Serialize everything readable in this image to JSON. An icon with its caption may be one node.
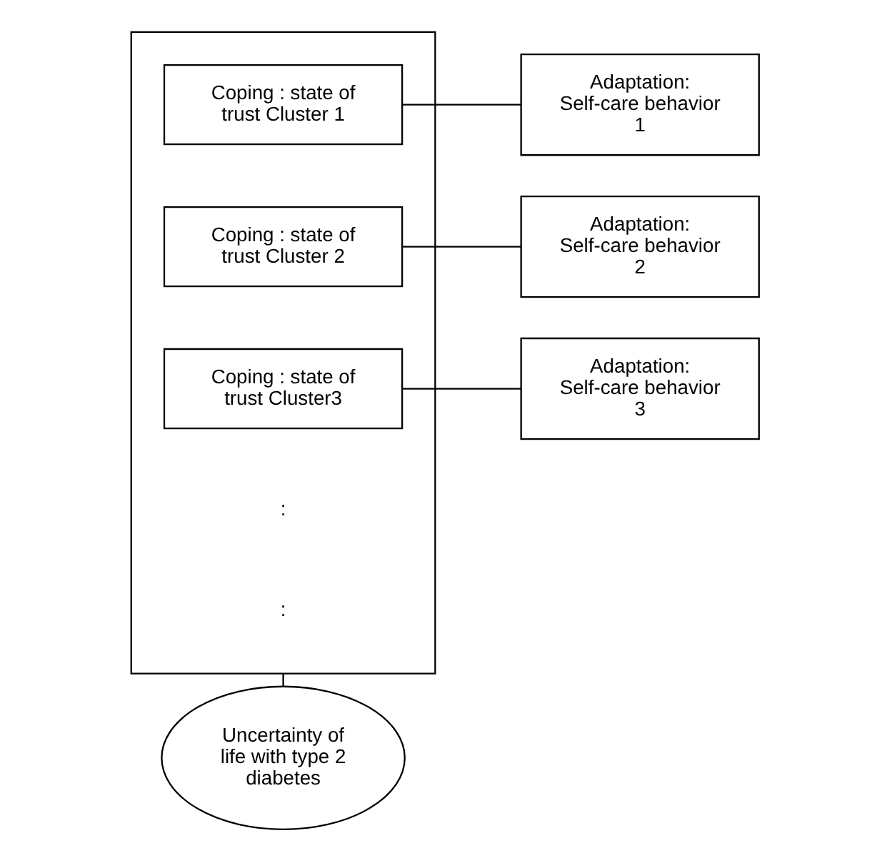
{
  "diagram": {
    "nodes": [
      {
        "text": [],
        "shape": "box"
      },
      {
        "text": [
          "Coping : state of trust Cluster 1"
        ],
        "in": 0
      },
      {
        "text": [
          "Coping : state of trust Cluster 2"
        ],
        "in": 0
      },
      {
        "text": [
          "Coping : state of trust Cluster3"
        ],
        "in": 0
      },
      {
        "text": [
          "Adaptation: Self-care behavior 1"
        ]
      },
      {
        "text": [
          "Adaptation: Self-care behavior 2"
        ]
      },
      {
        "text": [
          "Adaptation: Self-care behavior 3"
        ]
      },
      {
        "text": [
          "Uncertainty of life with type 2 diabetes"
        ]
      }
    ],
    "edges": [
      {
        "from": 1,
        "to": 4,
        "arrow": "none"
      },
      {
        "from": 2,
        "to": 5,
        "arrow": "none"
      },
      {
        "from": 3,
        "to": 6,
        "arrow": "none"
      },
      {
        "from": 0,
        "to": 7,
        "arrow": "none"
      }
    ],
    "labels": [
      ":",
      ":"
    ]
  }
}
